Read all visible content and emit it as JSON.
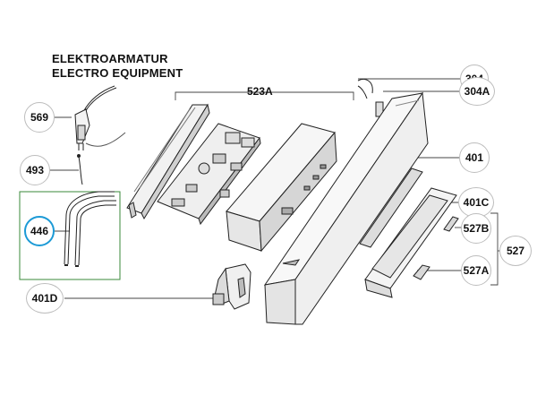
{
  "title": {
    "line1": "ELEKTROARMATUR",
    "line2": "ELECTRO EQUIPMENT"
  },
  "callouts": {
    "c569": "569",
    "c493": "493",
    "c446": "446",
    "c401d": "401D",
    "c523a": "523A",
    "c304": "304",
    "c304a": "304A",
    "c401": "401",
    "c401c": "401C",
    "c527b": "527B",
    "c527": "527",
    "c527a": "527A"
  },
  "colors": {
    "highlight_circle": "#1c9ad6",
    "highlight_box": "#3a8a3a",
    "leader": "#444444",
    "part_stroke": "#222222"
  }
}
